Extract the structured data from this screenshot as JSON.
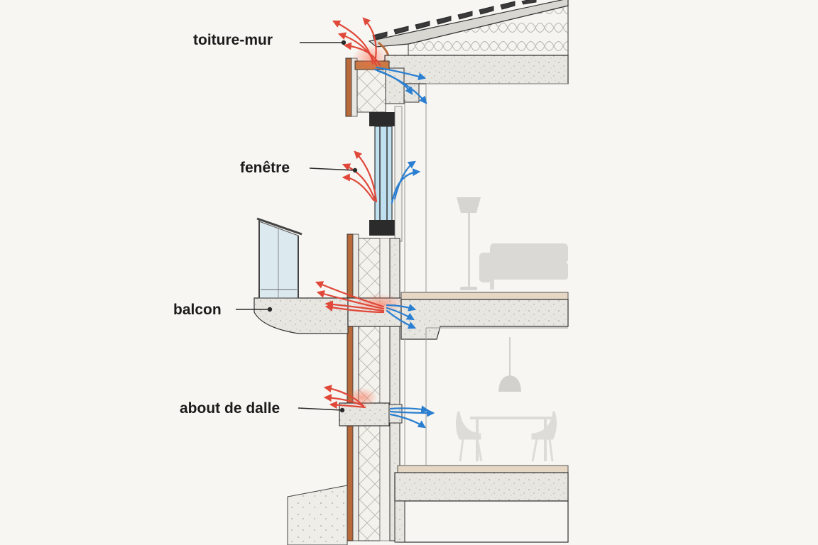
{
  "labels": {
    "roof_wall": "toiture-mur",
    "window": "fenêtre",
    "balcony": "balcon",
    "slab_edge": "about de dalle"
  },
  "colors": {
    "background": "#f7f6f2",
    "heat_loss_warm": "#e0483a",
    "cold_flow": "#2a7fd1",
    "concrete": "#e8e6e1",
    "insulation": "#f2f1ec",
    "cladding": "#b86a3a",
    "glass": "#bfe0ee",
    "frame": "#2b2b2b",
    "line": "#2a2a2a"
  },
  "icons": [
    "floor-lamp-icon",
    "sofa-icon",
    "pendant-lamp-icon",
    "dining-table-icon",
    "chair-icon"
  ]
}
